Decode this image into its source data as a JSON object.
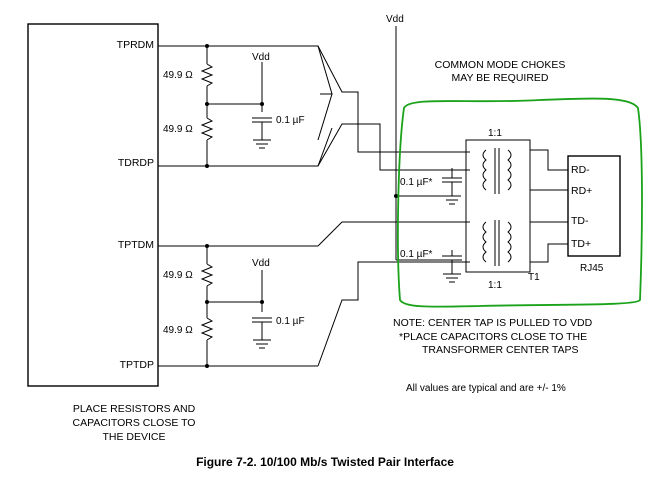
{
  "device_pins": {
    "tprdm": "TPRDM",
    "tdrdp": "TDRDP",
    "tptdm": "TPTDM",
    "tptdp": "TPTDP"
  },
  "components": {
    "resistor_value": "49.9 Ω",
    "cap_value": "0.1 µF",
    "center_tap_cap": "0.1 µF*",
    "vdd": "Vdd",
    "ratio": "1:1",
    "transformer": "T1",
    "connector": "RJ45",
    "rd_minus": "RD-",
    "rd_plus": "RD+",
    "td_minus": "TD-",
    "td_plus": "TD+"
  },
  "notes": {
    "chokes_line1": "COMMON MODE CHOKES",
    "chokes_line2": "MAY BE REQUIRED",
    "center_tap": "NOTE: CENTER TAP IS PULLED TO VDD",
    "place_caps_line1": "*PLACE CAPACITORS CLOSE TO THE",
    "place_caps_line2": "TRANSFORMER CENTER TAPS",
    "values": "All values are typical and are +/- 1%",
    "place_res_line1": "PLACE RESISTORS AND",
    "place_res_line2": "CAPACITORS CLOSE TO",
    "place_res_line3": "THE DEVICE"
  },
  "caption": "Figure 7-2. 10/100 Mb/s Twisted Pair Interface",
  "colors": {
    "wire": "#000000",
    "highlight": "#1aa21a"
  }
}
